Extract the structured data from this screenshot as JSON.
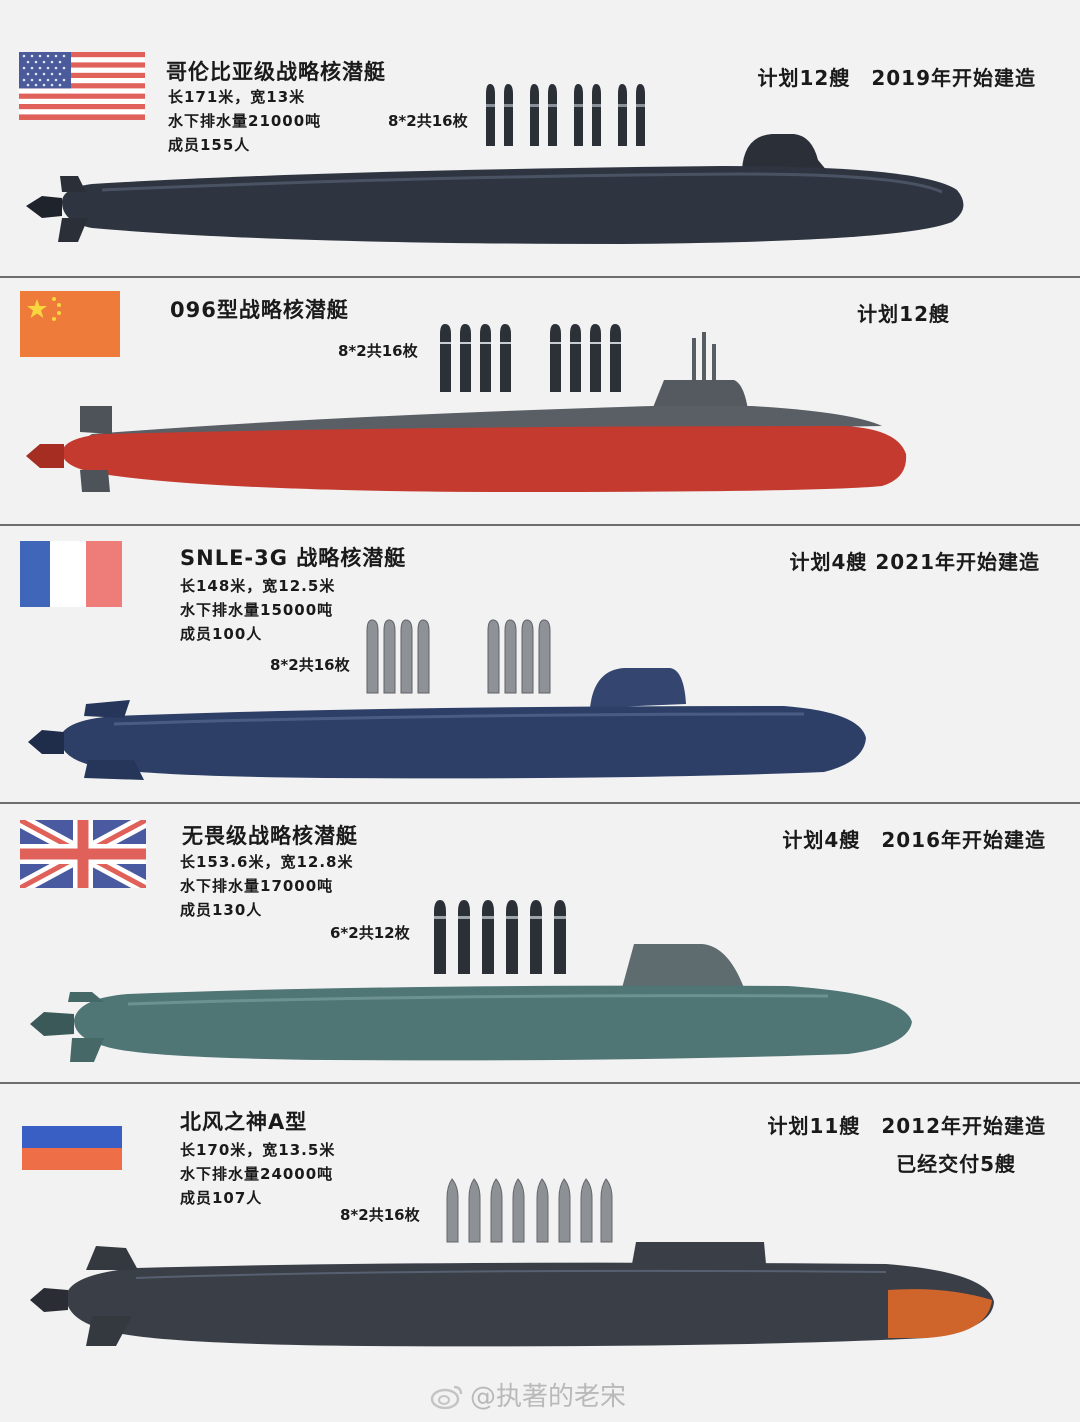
{
  "panels": [
    {
      "flag": "us-flag-icon",
      "title": "哥伦比亚级战略核潜艇",
      "specs": [
        "长171米，宽13米",
        "水下排水量21000吨",
        "成员155人"
      ],
      "missile_label": "8*2共16枚",
      "plan": "计划12艘　2019年开始建造",
      "plan2": "",
      "hull_color": "#2e3440",
      "missile_count": 8
    },
    {
      "flag": "china-flag-icon",
      "title": "096型战略核潜艇",
      "specs": [],
      "missile_label": "8*2共16枚",
      "plan": "计划12艘",
      "plan2": "",
      "hull_color": "#c43a2e",
      "missile_count": 8
    },
    {
      "flag": "france-flag-icon",
      "title": "SNLE-3G 战略核潜艇",
      "specs": [
        "长148米，宽12.5米",
        "水下排水量15000吨",
        "成员100人"
      ],
      "missile_label": "8*2共16枚",
      "plan": "计划4艘  2021年开始建造",
      "plan2": "",
      "hull_color": "#2d3f66",
      "missile_count": 8
    },
    {
      "flag": "uk-flag-icon",
      "title": "无畏级战略核潜艇",
      "specs": [
        "长153.6米，宽12.8米",
        "水下排水量17000吨",
        "成员130人"
      ],
      "missile_label": "6*2共12枚",
      "plan": "计划4艘　2016年开始建造",
      "plan2": "",
      "hull_color": "#4f7574",
      "missile_count": 6
    },
    {
      "flag": "russia-flag-icon",
      "title": "北风之神A型",
      "specs": [
        "长170米，宽13.5米",
        "水下排水量24000吨",
        "成员107人"
      ],
      "missile_label": "8*2共16枚",
      "plan": "计划11艘　2012年开始建造",
      "plan2": "已经交付5艘",
      "hull_color": "#3a3f47",
      "missile_count": 8
    }
  ],
  "watermark": "@执著的老宋"
}
